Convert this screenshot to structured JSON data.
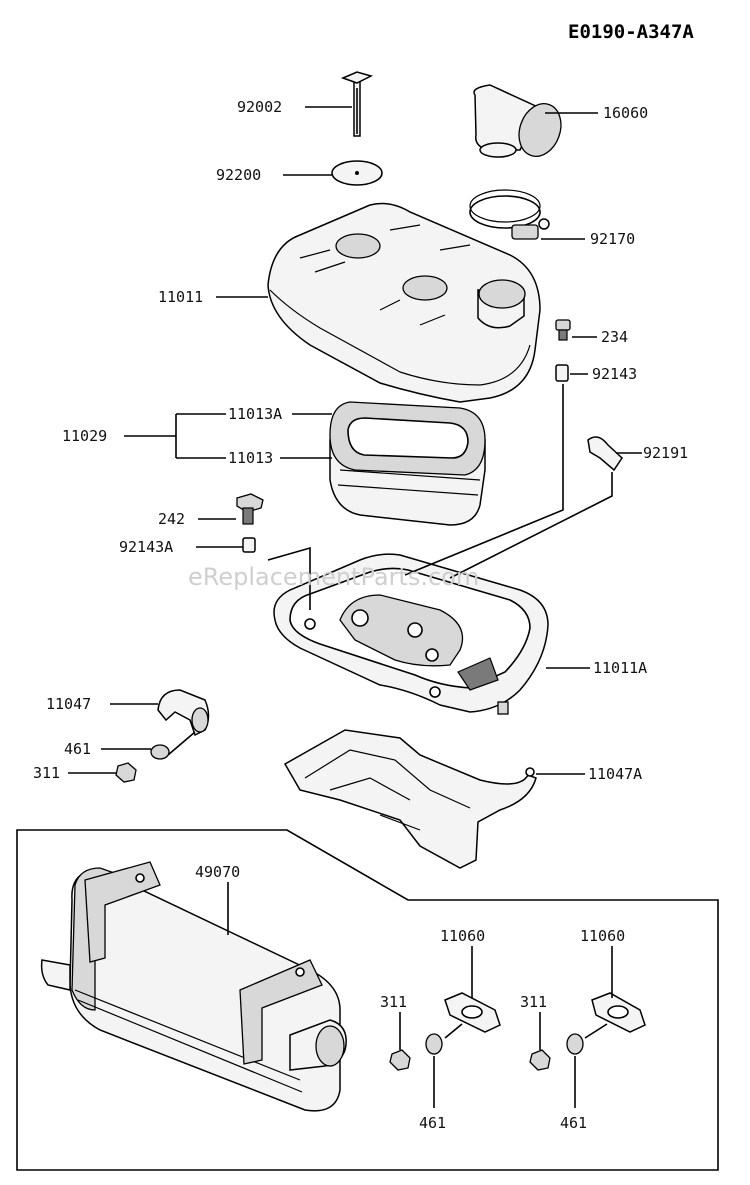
{
  "diagram_code": "E0190-A347A",
  "watermark": "eReplacementParts.com",
  "part_labels": {
    "p92002": "92002",
    "p16060": "16060",
    "p92200": "92200",
    "p92170": "92170",
    "p11011": "11011",
    "p234": "234",
    "p92143": "92143",
    "p11029": "11029",
    "p11013A": "11013A",
    "p11013": "11013",
    "p92191": "92191",
    "p242": "242",
    "p92143A": "92143A",
    "p11011A": "11011A",
    "p11047": "11047",
    "p461": "461",
    "p311": "311",
    "p11047A": "11047A",
    "p49070": "49070",
    "p11060a": "11060",
    "p11060b": "11060",
    "p311a": "311",
    "p311b": "311",
    "p461a": "461",
    "p461b": "461"
  }
}
